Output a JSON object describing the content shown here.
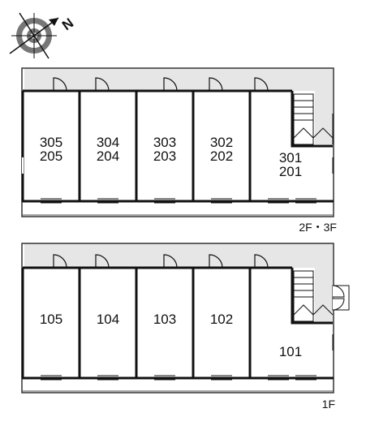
{
  "compass": {
    "north_label": "N",
    "icon": "compass-icon"
  },
  "floors": [
    {
      "id": "upper",
      "level_label": "2F・3F",
      "units": [
        {
          "top": "305",
          "bottom": "205"
        },
        {
          "top": "304",
          "bottom": "204"
        },
        {
          "top": "303",
          "bottom": "203"
        },
        {
          "top": "302",
          "bottom": "202"
        },
        {
          "top": "301",
          "bottom": "201"
        }
      ]
    },
    {
      "id": "ground",
      "level_label": "1F",
      "units": [
        {
          "top": "105"
        },
        {
          "top": "104"
        },
        {
          "top": "103"
        },
        {
          "top": "102"
        },
        {
          "top": "101"
        }
      ]
    }
  ],
  "colors": {
    "corridor": "#e6e6e6",
    "wall": "#111111",
    "stair": "#ffffff"
  }
}
